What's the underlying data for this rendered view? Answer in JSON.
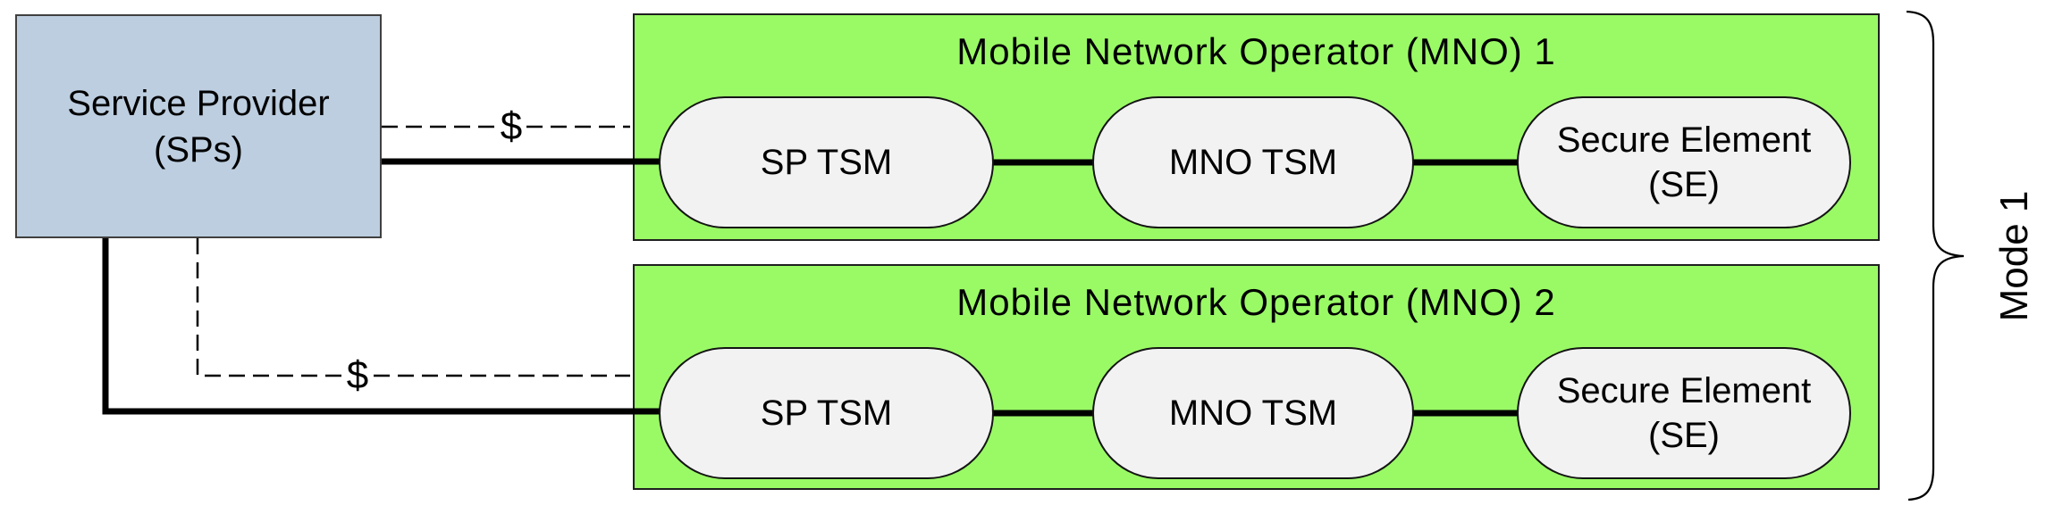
{
  "service_provider": {
    "line1": "Service Provider",
    "line2": "(SPs)"
  },
  "mno1": {
    "title": "Mobile Network Operator (MNO) 1",
    "sp_tsm": "SP TSM",
    "mno_tsm": "MNO TSM",
    "secure_element_line1": "Secure Element",
    "secure_element_line2": "(SE)"
  },
  "mno2": {
    "title": "Mobile Network Operator (MNO) 2",
    "sp_tsm": "SP TSM",
    "mno_tsm": "MNO TSM",
    "secure_element_line1": "Secure Element",
    "secure_element_line2": "(SE)"
  },
  "payments": {
    "to_mno1": "$",
    "to_mno2": "$"
  },
  "mode_brace": {
    "label": "Mode 1"
  },
  "colors": {
    "mno_fill": "#9AFA66",
    "sp_fill": "#BDCEE0",
    "node_fill": "#F2F2F2",
    "line": "#000000"
  }
}
